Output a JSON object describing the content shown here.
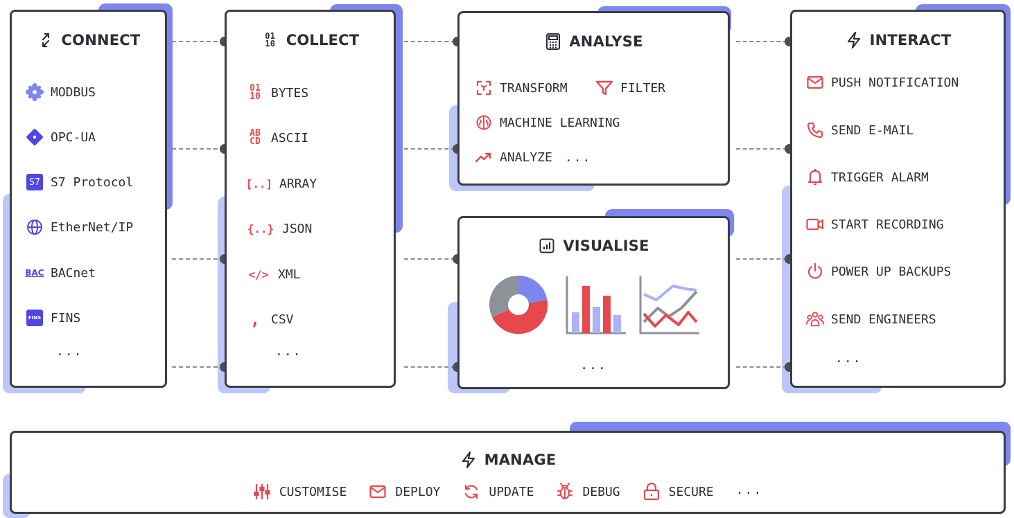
{
  "connect": {
    "title": "CONNECT",
    "items": [
      {
        "label": "MODBUS",
        "icon": "modbus-icon"
      },
      {
        "label": "OPC-UA",
        "icon": "opcua-icon"
      },
      {
        "label": "S7 Protocol",
        "icon": "s7-icon",
        "badge": "S7"
      },
      {
        "label": "EtherNet/IP",
        "icon": "globe-icon"
      },
      {
        "label": "BACnet",
        "icon": "bacnet-icon",
        "badge": "BAC"
      },
      {
        "label": "FINS",
        "icon": "fins-icon",
        "badge": "FINS"
      }
    ],
    "more": "..."
  },
  "collect": {
    "title": "COLLECT",
    "title_icon_text": "01\n10",
    "items": [
      {
        "label": "BYTES",
        "icon_text": "01\n10"
      },
      {
        "label": "ASCII",
        "icon_text": "AB\nCD"
      },
      {
        "label": "ARRAY",
        "icon_text": "[..]"
      },
      {
        "label": "JSON",
        "icon_text": "{..}"
      },
      {
        "label": "XML",
        "icon_text": "</>"
      },
      {
        "label": "CSV",
        "icon_text": ","
      }
    ],
    "more": "..."
  },
  "analyse": {
    "title": "ANALYSE",
    "items": {
      "transform": "TRANSFORM",
      "filter": "FILTER",
      "machine_learning": "MACHINE LEARNING",
      "analyze": "ANALYZE",
      "analyze_more": "..."
    }
  },
  "visualise": {
    "title": "VISUALISE",
    "more": "..."
  },
  "interact": {
    "title": "INTERACT",
    "items": [
      {
        "label": "PUSH NOTIFICATION",
        "icon": "mail-icon"
      },
      {
        "label": "SEND E-MAIL",
        "icon": "phone-icon"
      },
      {
        "label": "TRIGGER ALARM",
        "icon": "bell-icon"
      },
      {
        "label": "START RECORDING",
        "icon": "video-icon"
      },
      {
        "label": "POWER UP BACKUPS",
        "icon": "power-icon"
      },
      {
        "label": "SEND ENGINEERS",
        "icon": "users-icon"
      }
    ],
    "more": "..."
  },
  "manage": {
    "title": "MANAGE",
    "items": [
      {
        "label": "CUSTOMISE",
        "icon": "sliders-icon"
      },
      {
        "label": "DEPLOY",
        "icon": "mail-icon"
      },
      {
        "label": "UPDATE",
        "icon": "refresh-icon"
      },
      {
        "label": "DEBUG",
        "icon": "bug-icon"
      },
      {
        "label": "SECURE",
        "icon": "lock-icon"
      }
    ],
    "more": "..."
  },
  "colors": {
    "accent_red": "#e5484d",
    "accent_blue": "#7d86ee",
    "light_blue": "#bcc7f8",
    "border": "#3a3d44",
    "fins_badge": "#4f46e5"
  }
}
